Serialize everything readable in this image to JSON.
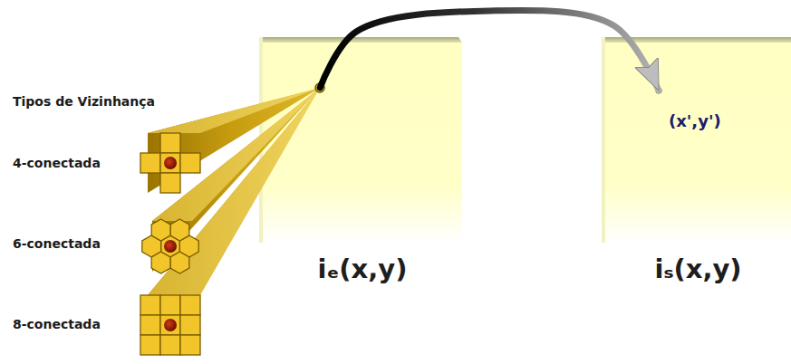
{
  "diagram": {
    "nodes": [
      {
        "text": [
          "iₑ(x,y)"
        ]
      },
      {
        "text": [
          "(x',y')",
          "iₛ(x,y)"
        ]
      }
    ],
    "edges": [
      {
        "from": 0,
        "to": 1,
        "arrow": "to"
      }
    ],
    "labels": [
      "Tipos de Vizinhança",
      "4-conectada",
      "6-conectada",
      "8-conectada"
    ]
  }
}
